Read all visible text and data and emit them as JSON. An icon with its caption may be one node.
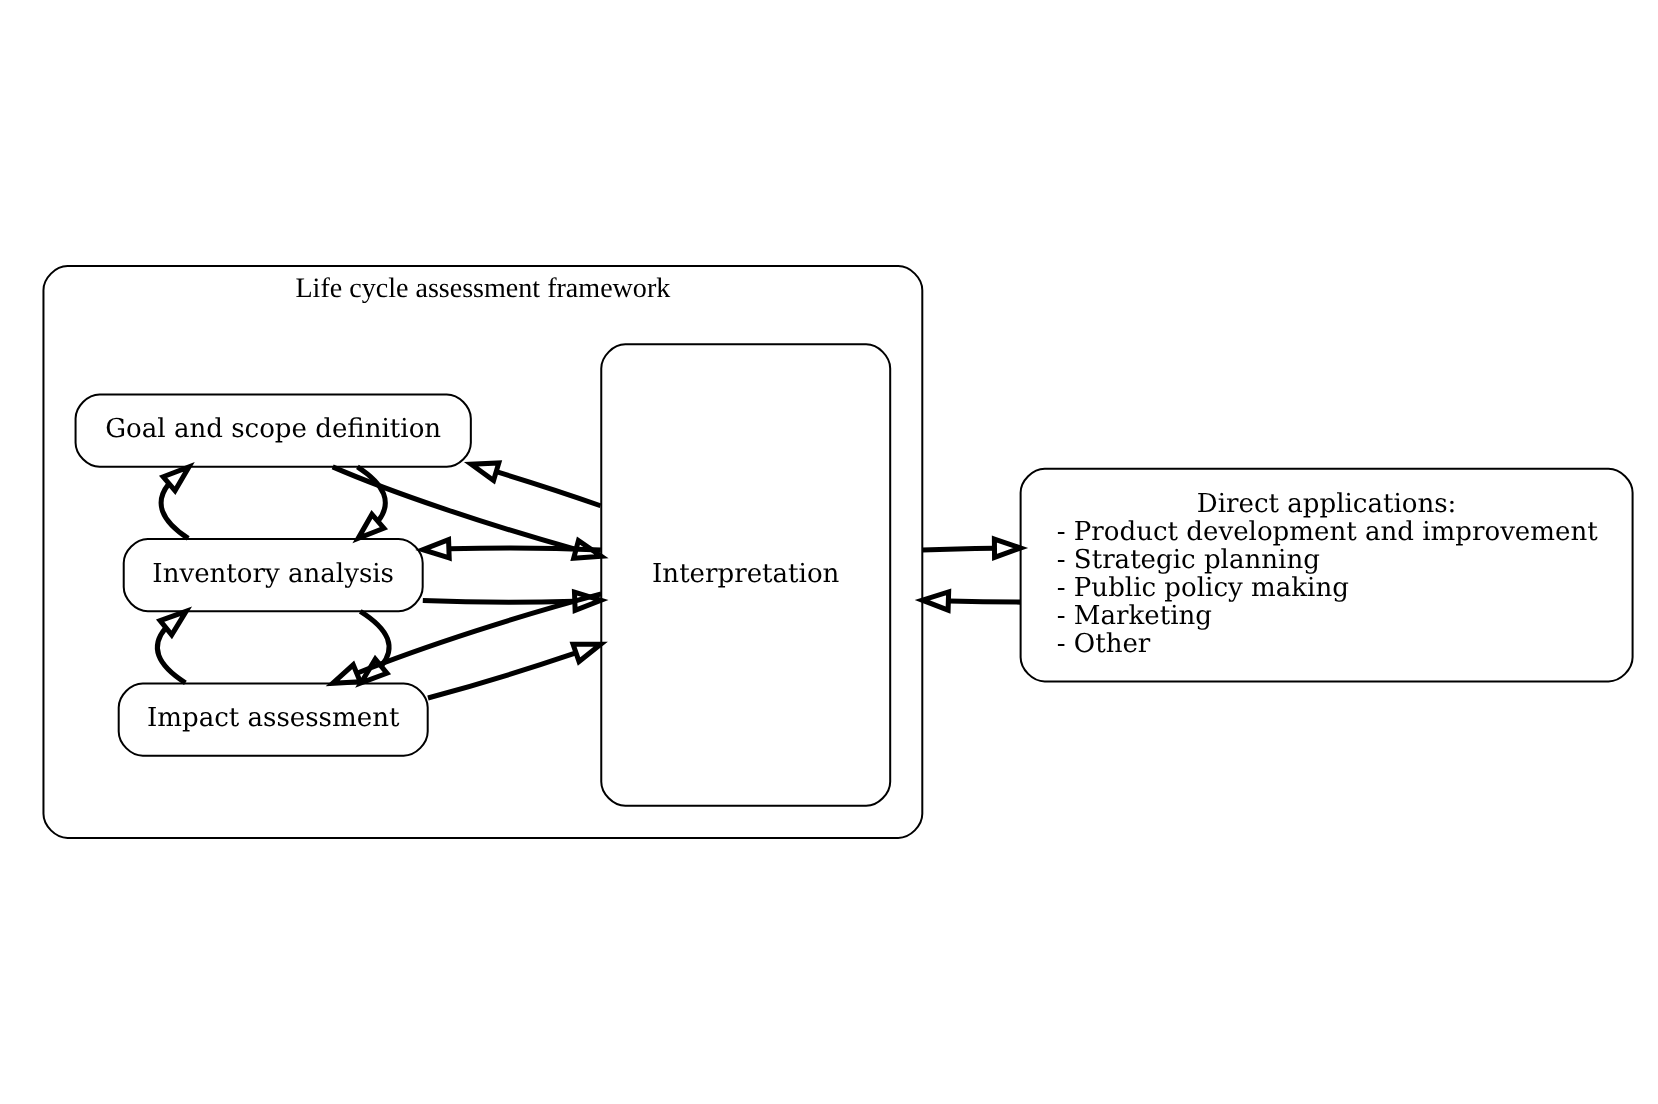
{
  "diagram": {
    "nodes": [
      {
        "text": [
          "Life cycle assessment framework"
        ]
      },
      {
        "text": [
          "Goal and scope definition"
        ],
        "in": 0
      },
      {
        "text": [
          "Inventory analysis"
        ],
        "in": 0
      },
      {
        "text": [
          "Impact assessment"
        ],
        "in": 0
      },
      {
        "text": [
          "Interpretation"
        ],
        "in": 0
      },
      {
        "text": [
          "Direct applications:",
          "- Product development and improvement",
          "- Strategic planning",
          "- Public policy making",
          "- Marketing",
          "- Other"
        ]
      }
    ],
    "edges": [
      {
        "from": 4,
        "to": 1,
        "arrow": "to"
      },
      {
        "from": 1,
        "to": 4,
        "arrow": "to"
      },
      {
        "from": 1,
        "to": 2,
        "arrow": "to"
      },
      {
        "from": 2,
        "to": 1,
        "arrow": "to"
      },
      {
        "from": 4,
        "to": 2,
        "arrow": "to"
      },
      {
        "from": 2,
        "to": 4,
        "arrow": "to"
      },
      {
        "from": 2,
        "to": 3,
        "arrow": "to"
      },
      {
        "from": 3,
        "to": 2,
        "arrow": "to"
      },
      {
        "from": 4,
        "to": 3,
        "arrow": "to"
      },
      {
        "from": 3,
        "to": 4,
        "arrow": "to"
      },
      {
        "from": 5,
        "to": 0,
        "arrow": "to"
      },
      {
        "from": 0,
        "to": 5,
        "arrow": "to"
      }
    ]
  }
}
